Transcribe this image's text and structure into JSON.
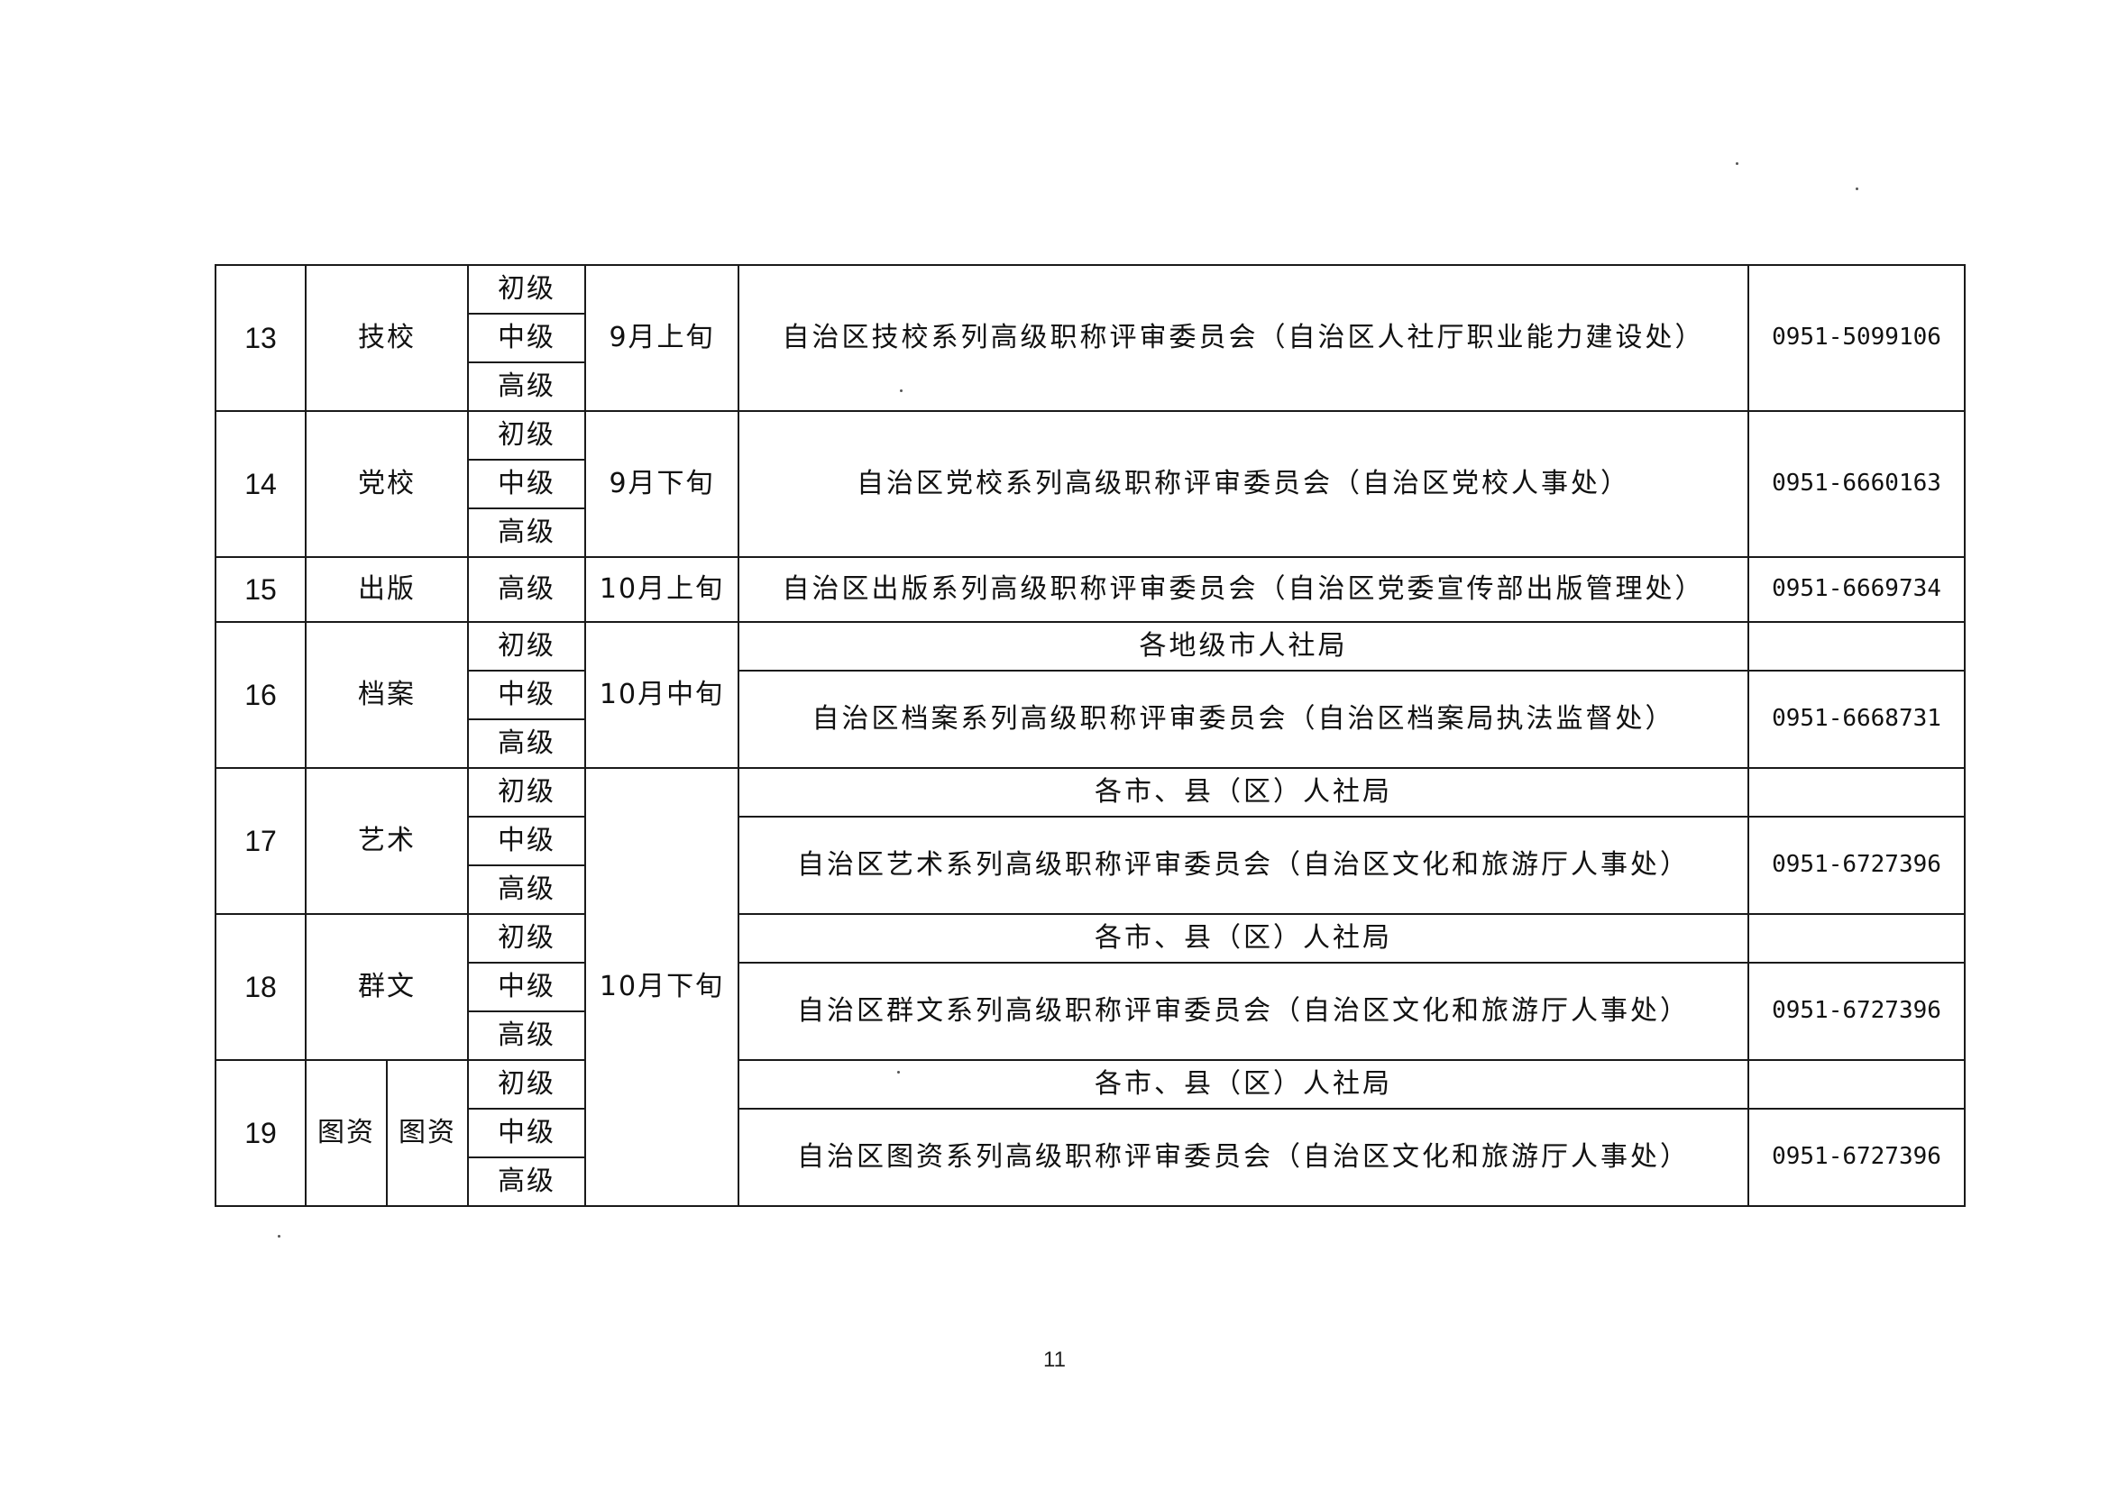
{
  "page_number": "11",
  "rows": [
    {
      "no": "13",
      "name": "技校",
      "levels": [
        "初级",
        "中级",
        "高级"
      ],
      "time": "9月上旬",
      "org": "自治区技校系列高级职称评审委员会（自治区人社厅职业能力建设处）",
      "tel": "0951-5099106"
    },
    {
      "no": "14",
      "name": "党校",
      "levels": [
        "初级",
        "中级",
        "高级"
      ],
      "time": "9月下旬",
      "org": "自治区党校系列高级职称评审委员会（自治区党校人事处）",
      "tel": "0951-6660163"
    },
    {
      "no": "15",
      "name": "出版",
      "level": "高级",
      "time": "10月上旬",
      "org": "自治区出版系列高级职称评审委员会（自治区党委宣传部出版管理处）",
      "tel": "0951-6669734"
    },
    {
      "no": "16",
      "name": "档案",
      "levels": [
        "初级",
        "中级",
        "高级"
      ],
      "time": "10月中旬",
      "org_local": "各地级市人社局",
      "org": "自治区档案系列高级职称评审委员会（自治区档案局执法监督处）",
      "tel": "0951-6668731"
    },
    {
      "no": "17",
      "name": "艺术",
      "levels": [
        "初级",
        "中级",
        "高级"
      ],
      "org_local": "各市、县（区）人社局",
      "org": "自治区艺术系列高级职称评审委员会（自治区文化和旅游厅人事处）",
      "tel": "0951-6727396"
    },
    {
      "no": "18",
      "name": "群文",
      "levels": [
        "初级",
        "中级",
        "高级"
      ],
      "time": "10月下旬",
      "org_local": "各市、县（区）人社局",
      "org": "自治区群文系列高级职称评审委员会（自治区文化和旅游厅人事处）",
      "tel": "0951-6727396"
    },
    {
      "no": "19",
      "name_a": "图资",
      "name_b": "图资",
      "levels": [
        "初级",
        "中级",
        "高级"
      ],
      "org_local": "各市、县（区）人社局",
      "org": "自治区图资系列高级职称评审委员会（自治区文化和旅游厅人事处）",
      "tel": "0951-6727396"
    }
  ]
}
